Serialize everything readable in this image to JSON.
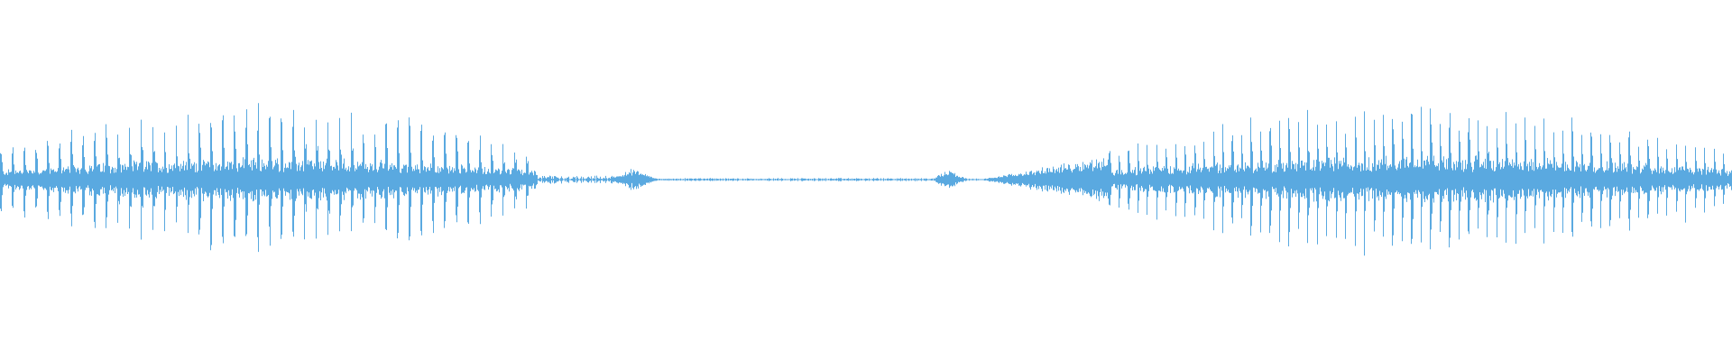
{
  "waveform": {
    "color": "#5aa9e0",
    "background": "#ffffff",
    "segments": [
      {
        "kind": "pulse-train",
        "start": 0.0,
        "end": 0.31,
        "level": 0.92,
        "pulses": 46,
        "noise": 0.3
      },
      {
        "kind": "quiet",
        "start": 0.31,
        "end": 0.355,
        "level": 0.05
      },
      {
        "kind": "blip",
        "start": 0.355,
        "end": 0.39,
        "level": 0.12
      },
      {
        "kind": "quiet",
        "start": 0.39,
        "end": 0.54,
        "level": 0.02
      },
      {
        "kind": "blip",
        "start": 0.54,
        "end": 0.565,
        "level": 0.13
      },
      {
        "kind": "ramp",
        "start": 0.565,
        "end": 0.64,
        "level": 0.3
      },
      {
        "kind": "pulse-train",
        "start": 0.64,
        "end": 1.0,
        "level": 0.93,
        "pulses": 66,
        "noise": 0.32
      }
    ]
  }
}
